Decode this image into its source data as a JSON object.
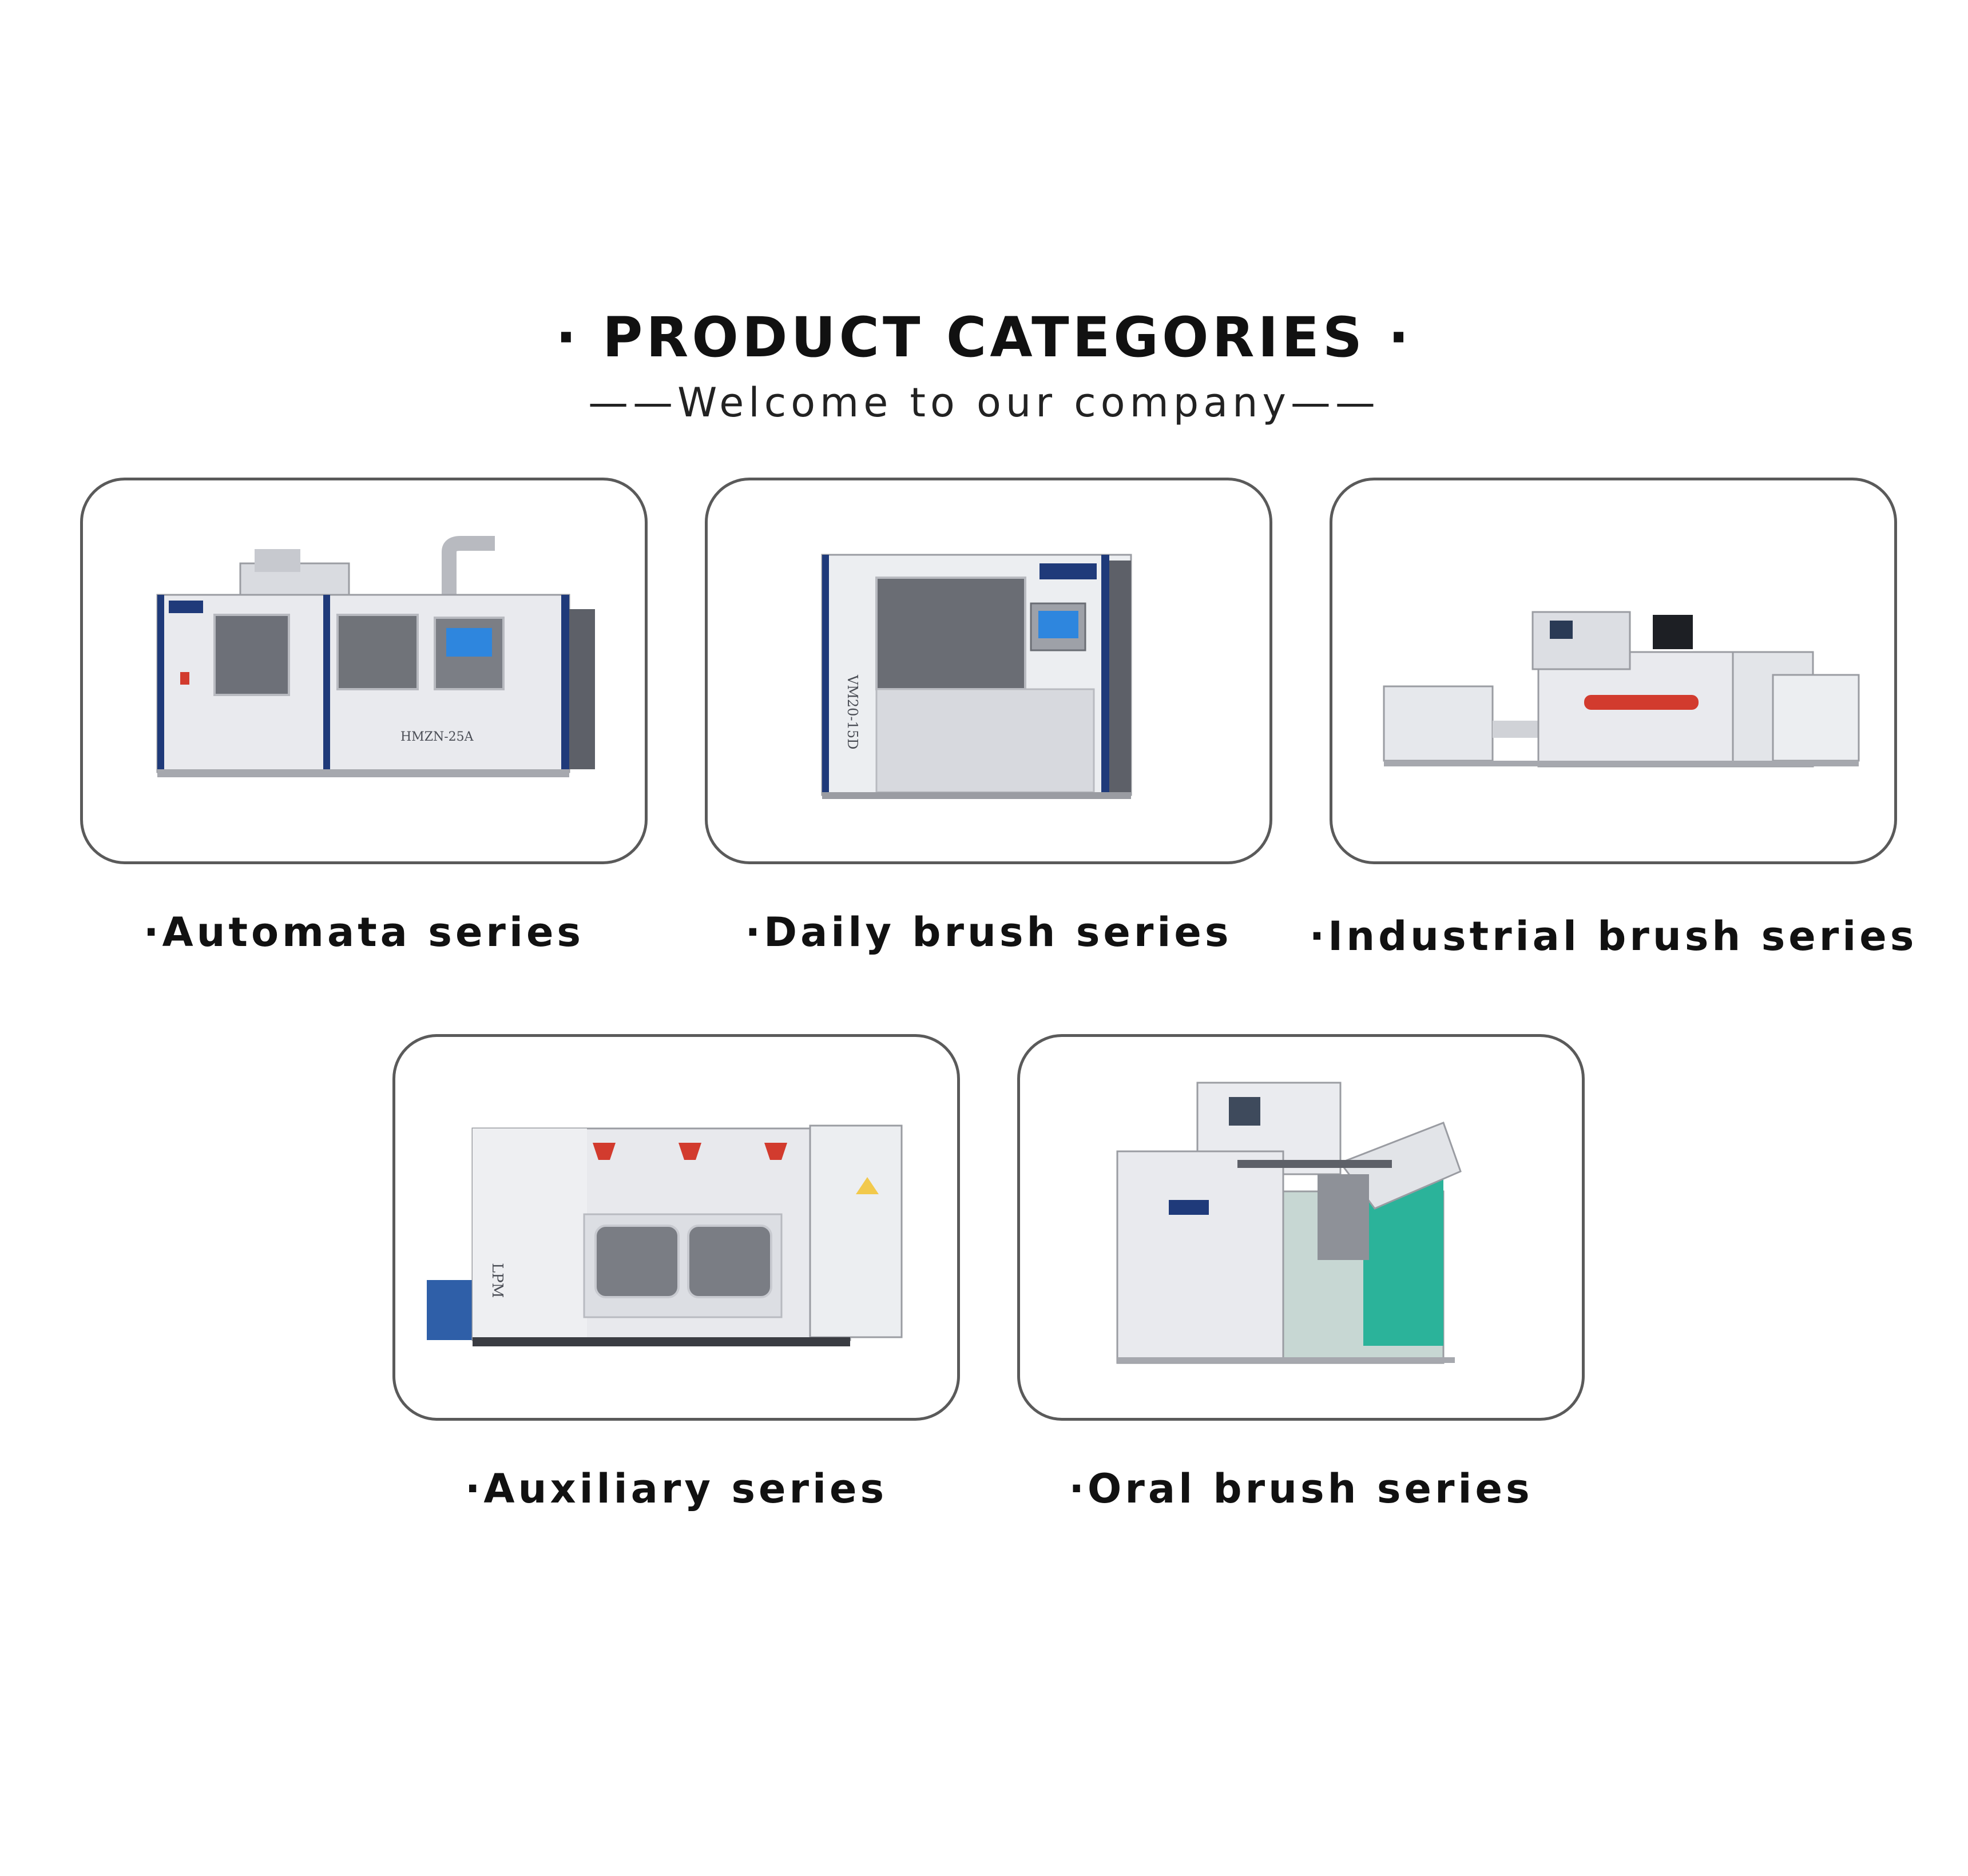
{
  "header": {
    "title": "· PRODUCT CATEGORIES ·",
    "subtitle": "——Welcome to our company——"
  },
  "categories": [
    {
      "label": "·Automata series",
      "machine_code": "HMZN-25A"
    },
    {
      "label": "·Daily brush series",
      "machine_code": "VM20-15D"
    },
    {
      "label": "·Industrial brush series"
    },
    {
      "label": "·Auxiliary series",
      "machine_code": "LPM"
    },
    {
      "label": "·Oral brush series"
    }
  ],
  "colors": {
    "border": "#5a5a5a",
    "machine_body": "#e9eaee",
    "machine_blue": "#1f3a7a",
    "screen_blue": "#2e86de",
    "teal_panel": "#2bb39a",
    "red_accent": "#d23b2e",
    "blue_bin": "#2f5fa8"
  }
}
